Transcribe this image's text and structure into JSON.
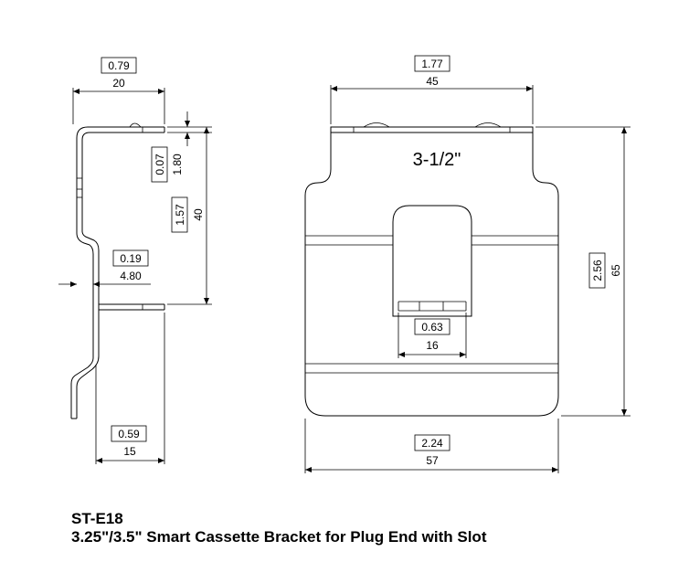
{
  "drawing": {
    "model": "ST-E18",
    "description": "3.25\"/3.5\" Smart Cassette Bracket for Plug End with Slot",
    "face_label": "3-1/2\"",
    "dims": {
      "side_width_in": "0.79",
      "side_width_mm": "20",
      "lip_in": "0.07",
      "lip_mm": "1.80",
      "side_height_in": "1.57",
      "side_height_mm": "40",
      "offset_in": "0.19",
      "offset_mm": "4.80",
      "tab_in": "0.59",
      "tab_mm": "15",
      "top_width_in": "1.77",
      "top_width_mm": "45",
      "slot_in": "0.63",
      "slot_mm": "16",
      "height_in": "2.56",
      "height_mm": "65",
      "bottom_width_in": "2.24",
      "bottom_width_mm": "57"
    }
  }
}
